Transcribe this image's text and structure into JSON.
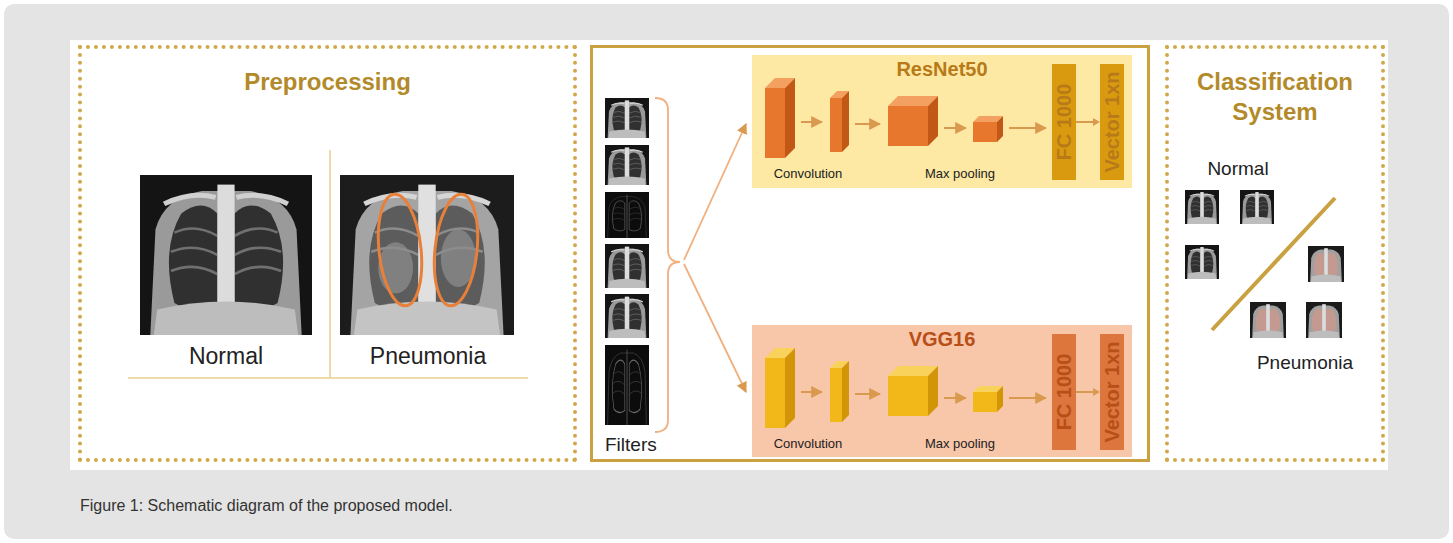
{
  "diagram": {
    "caption": "Figure 1: Schematic diagram of the proposed model.",
    "nodes": [
      {
        "text": [
          "Preprocessing"
        ]
      },
      {
        "text": [
          "Filters"
        ]
      },
      {
        "text": [
          "ResNet50"
        ],
        "in": 1
      },
      {
        "text": [
          "FC 1000"
        ],
        "in": 2
      },
      {
        "text": [
          "Vector 1xn"
        ],
        "in": 2
      },
      {
        "text": [
          "VGG16"
        ],
        "in": 1
      },
      {
        "text": [
          "FC 1000"
        ],
        "in": 5
      },
      {
        "text": [
          "Vector 1xn"
        ],
        "in": 5
      },
      {
        "text": [
          "Classification System"
        ]
      }
    ],
    "edges": [
      {
        "from": 3,
        "to": 4,
        "arrow": "to"
      },
      {
        "from": 6,
        "to": 7,
        "arrow": "to"
      }
    ],
    "labels": [
      "Normal",
      "Pneumonia",
      "Convolution",
      "Max pooling",
      "Convolution",
      "Max pooling",
      "Normal",
      "Pneumonia"
    ]
  }
}
